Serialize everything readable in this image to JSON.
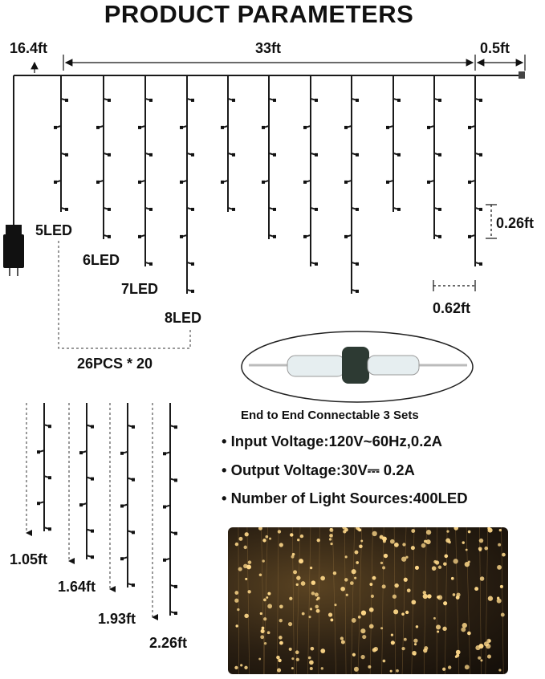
{
  "title": "PRODUCT PARAMETERS",
  "dimensions": {
    "lead_length": "16.4ft",
    "main_length": "33ft",
    "tail_length": "0.5ft",
    "led_spacing": "0.26ft",
    "strand_spacing": "0.62ft"
  },
  "strand_labels": [
    "5LED",
    "6LED",
    "7LED",
    "8LED"
  ],
  "strand_group_label": "26PCS * 20",
  "strand_lengths": [
    "1.05ft",
    "1.64ft",
    "1.93ft",
    "2.26ft"
  ],
  "connector_caption": "End to End Connectable 3 Sets",
  "specs": [
    "• Input Voltage:120V~60Hz,0.2A",
    "• Output Voltage:30V⎓ 0.2A",
    "• Number of Light Sources:400LED"
  ],
  "colors": {
    "wire": "#1a1a1a",
    "plug": "#111111",
    "connector_cap": "#2d3a33",
    "warm_light": "#ffd98a"
  },
  "icons": [
    "plug-icon",
    "connector-icon",
    "lights-photo"
  ]
}
